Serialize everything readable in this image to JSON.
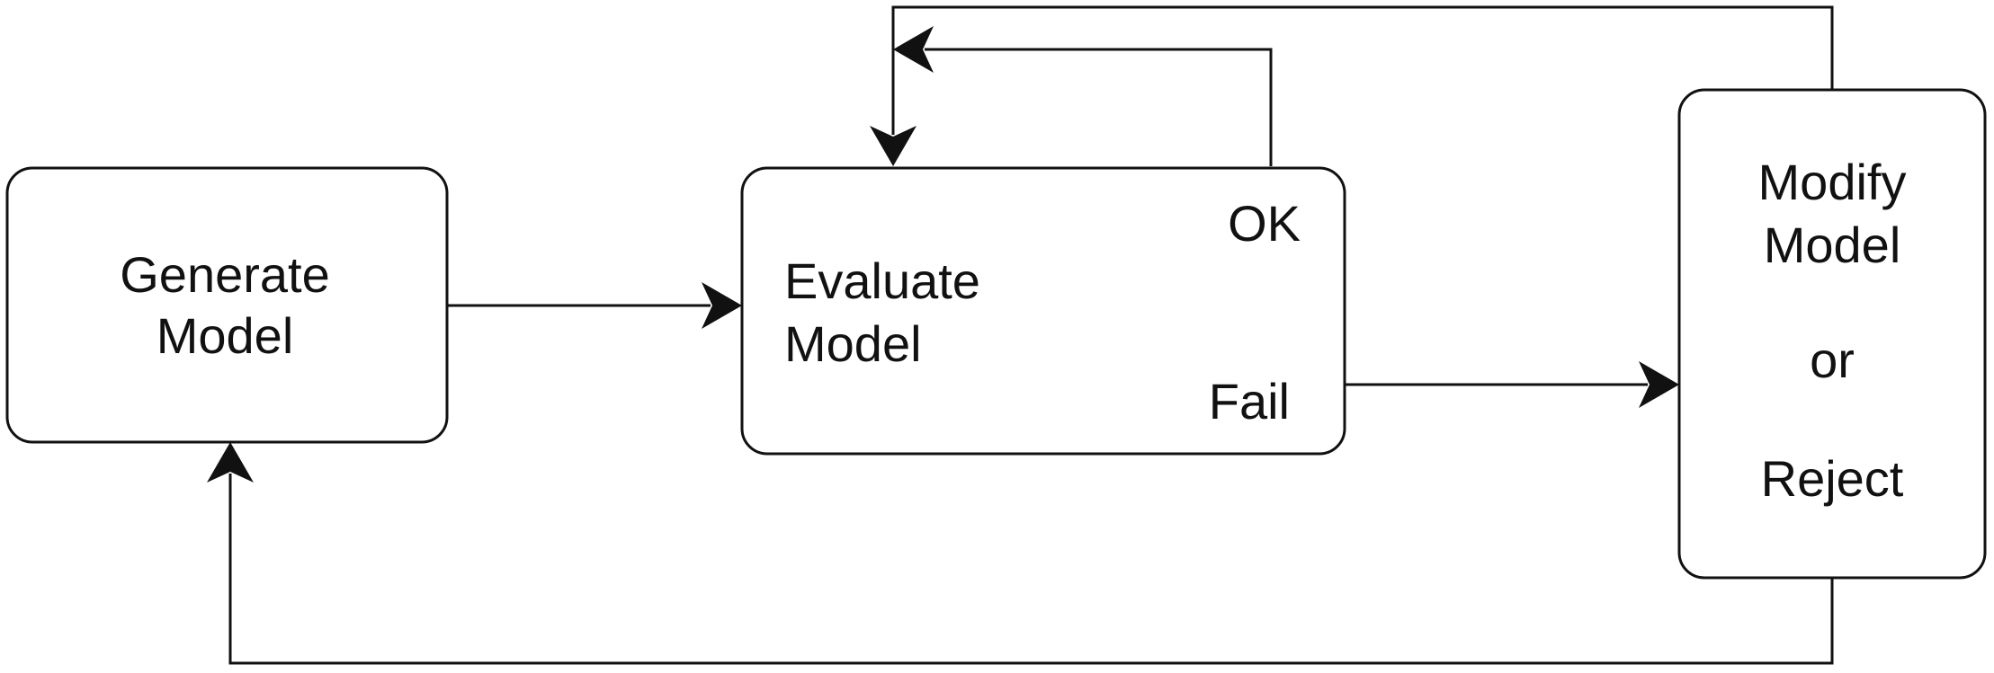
{
  "diagram": {
    "nodes": {
      "generate": {
        "line1": "Generate",
        "line2": "Model"
      },
      "evaluate": {
        "line1": "Evaluate",
        "line2": "Model",
        "ok_label": "OK",
        "fail_label": "Fail"
      },
      "modify": {
        "line1": "Modify",
        "line2": "Model",
        "line3": "or",
        "line4": "Reject"
      }
    },
    "edges": [
      {
        "from": "Generate Model",
        "to": "Evaluate Model"
      },
      {
        "from": "Evaluate Model (OK)",
        "to": "Evaluate Model"
      },
      {
        "from": "Evaluate Model (Fail)",
        "to": "Modify Model or Reject"
      },
      {
        "from": "Modify Model or Reject",
        "to": "Evaluate Model"
      },
      {
        "from": "Modify Model or Reject",
        "to": "Generate Model"
      }
    ]
  }
}
